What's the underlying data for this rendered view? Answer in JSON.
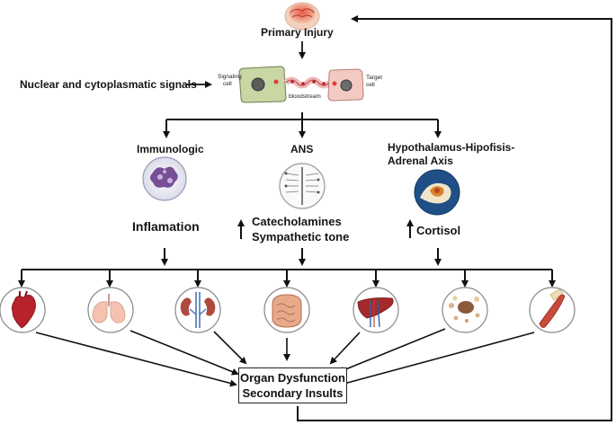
{
  "diagram": {
    "primary_injury": "Primary Injury",
    "signals_label": "Nuclear and cytoplasmatic signals",
    "signaling_cell": [
      "Signaling",
      "cell"
    ],
    "target_cell": [
      "Target",
      "cell"
    ],
    "bloodstream": "bloodstream",
    "branches": [
      {
        "title": "Immunologic",
        "effect": "Inflamation"
      },
      {
        "title": "ANS",
        "effect_line1": "Catecholamines",
        "effect_line2": "Sympathetic tone"
      },
      {
        "title_line1": "Hypothalamus-Hipofisis-",
        "title_line2": "Adrenal Axis",
        "effect": "Cortisol"
      }
    ],
    "organs": [
      "heart-icon",
      "lungs-icon",
      "kidneys-icon",
      "intestine-icon",
      "liver-icon",
      "brain-endocrine-icon",
      "muscle-bone-icon"
    ],
    "outcome_line1": "Organ Dysfunction",
    "outcome_line2": "Secondary Insults"
  }
}
